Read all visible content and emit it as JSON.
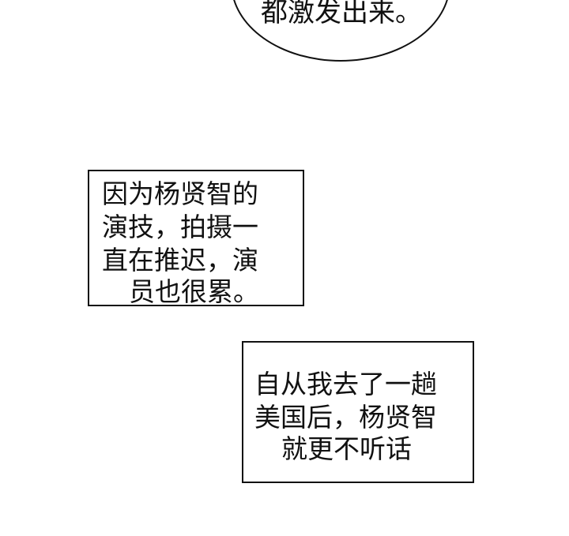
{
  "speech_bubble": {
    "text": "都激发出来。"
  },
  "caption_1": {
    "lines": [
      "因为杨贤智的",
      "演技，拍摄一",
      "直在推迟，演",
      "员也很累。"
    ]
  },
  "caption_2": {
    "lines": [
      "自从我去了一趟",
      "美国后，杨贤智",
      "就更不听话"
    ]
  }
}
